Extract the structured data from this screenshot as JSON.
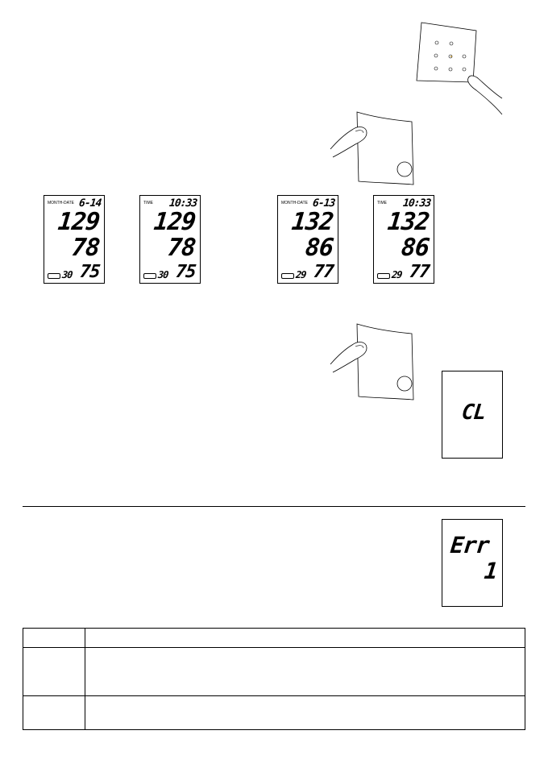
{
  "displays": [
    {
      "label": "MONTH-DATE",
      "top": "6-14",
      "sys": "129",
      "dia": "78",
      "mem": "30",
      "pulse": "75"
    },
    {
      "label": "TIME",
      "top": "10:33",
      "sys": "129",
      "dia": "78",
      "mem": "30",
      "pulse": "75"
    },
    {
      "label": "MONTH-DATE",
      "top": "6-13",
      "sys": "132",
      "dia": "86",
      "mem": "29",
      "pulse": "77"
    },
    {
      "label": "TIME",
      "top": "10:33",
      "sys": "132",
      "dia": "86",
      "mem": "29",
      "pulse": "77"
    }
  ],
  "clear_display": "CL",
  "error_display": {
    "code": "Err",
    "number": "1"
  }
}
